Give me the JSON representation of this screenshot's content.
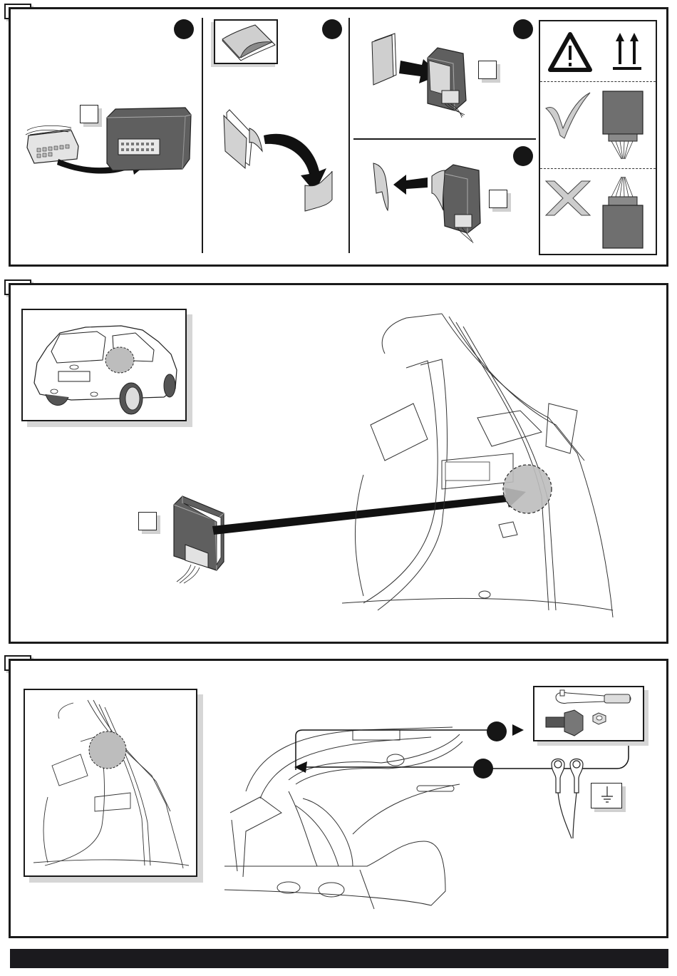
{
  "document": {
    "title": "",
    "type": "installation-instructions-sheet"
  },
  "figures": [
    {
      "id": "figure-1",
      "label": "",
      "steps": [
        {
          "marker": "",
          "label_box": "",
          "description_icon": "connector-into-module-icon"
        },
        {
          "marker": "",
          "label_box": "",
          "description_icon": "peel-adhesive-pad-icon"
        },
        {
          "marker": "",
          "label_box": "",
          "description_icon": "apply-pad-to-module-icon"
        },
        {
          "marker": "",
          "label_box": "",
          "description_icon": "remove-backing-icon"
        }
      ],
      "guidance_icons": [
        {
          "name": "warning-icon"
        },
        {
          "name": "this-way-up-icon"
        },
        {
          "name": "correct-checkmark-icon",
          "meaning": "connector-down"
        },
        {
          "name": "wrong-cross-icon",
          "meaning": "connector-up"
        }
      ]
    },
    {
      "id": "figure-2",
      "label": "",
      "inset": "vehicle-rear-view",
      "label_box": "",
      "target_label_text": ""
    },
    {
      "id": "figure-3",
      "label": "",
      "inset": "luggage-compartment-view",
      "markers": [
        "",
        ""
      ],
      "tools": [
        "ratchet-icon",
        "bolt-icon",
        "nut-icon"
      ],
      "ground_symbol": "ground-icon"
    }
  ],
  "footer": {
    "text": ""
  },
  "colors": {
    "line": "#1a1a1a",
    "module_gray": "#6e6e6e",
    "highlight_gray": "#bdbdbd",
    "shadow": "#d0d0d0",
    "footer": "#1b1a1e"
  }
}
